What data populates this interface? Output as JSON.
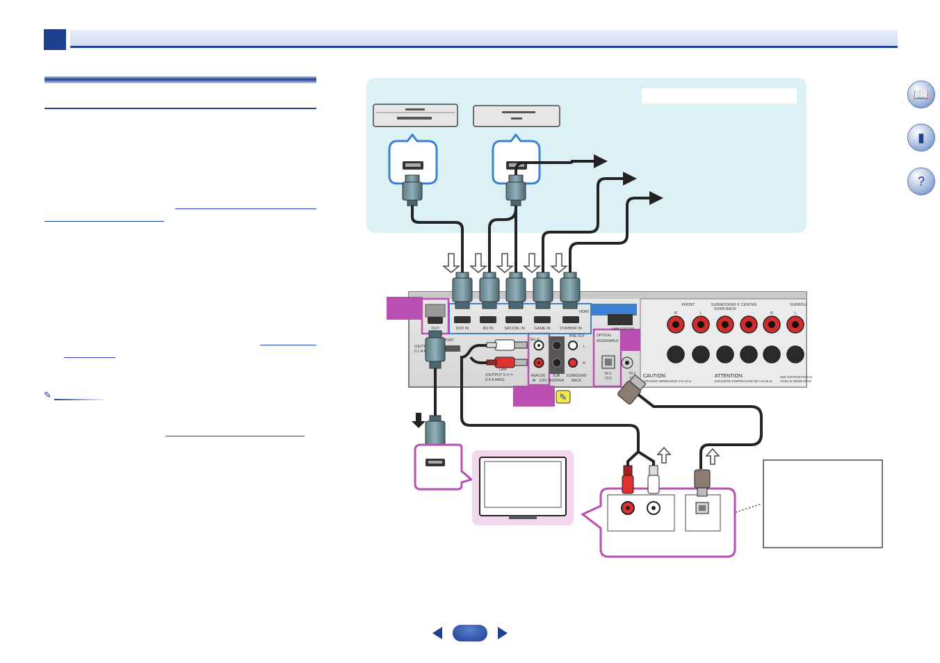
{
  "navigation": {
    "prev_icon": "chevron-left-icon",
    "next_icon": "chevron-right-icon",
    "page_number": ""
  },
  "side_icons": [
    "book-icon",
    "remote-control-icon",
    "help-icon"
  ],
  "diagram_labels": {
    "inputs": [
      "DVD IN",
      "BD IN",
      "SAT/CBL IN",
      "GAME IN",
      "DVR/BDR IN"
    ],
    "hdmi_group": "HDMI",
    "lan": "LAN (10/100)",
    "optical_header": "OPTICAL",
    "assignable": "ASSIGNABLE",
    "optical_in1": "IN 1",
    "optical_tv": "(TV)",
    "optical_in2": "IN 2",
    "optical_cd": "(CD)",
    "analog": "ANALOG",
    "analog_in": "IN",
    "cd": "(CD)",
    "pre_out": "PRE OUT",
    "sub": "SUB",
    "woofer": "WOOFER",
    "surround": "SURROUND",
    "back": "BACK",
    "front": "FRONT",
    "center": "CENTER",
    "surround_right": "SURROU",
    "subwoofer_surr_back": "SUBWOOFER II",
    "surr_back": "SURR BACK",
    "caution": "CAUTION:",
    "caution_sub": "SPEAKER IMPEDANCE 4 Ω-16 Ω.",
    "attention": "ATTENTION:",
    "attention_sub": "ENCEINTE D'IMPEDANCE DE 4 Ω-16 Ω.",
    "out": "OUT",
    "adapter_port": "PTER PORT",
    "output_left": "(OUTPUT",
    "output_left_2": "0.1 A M",
    "output_5v": "(OUTPUT 5 V ⎓",
    "output_5v_2": "0.6 A MAX)",
    "lan_small": "LAN",
    "channel_r": "R",
    "channel_l": "L",
    "select": "SEL·E·",
    "instruction_1": "SEE INSTRUCTION M",
    "instruction_2": "VOIR LE MODE D'EM"
  },
  "colors": {
    "brand_blue": "#1f3f8f",
    "panel_bg": "#dbf1f6",
    "magenta": "#b94fb1",
    "magenta_light": "#f3d7ef",
    "note_yellow": "#f4e84a"
  }
}
